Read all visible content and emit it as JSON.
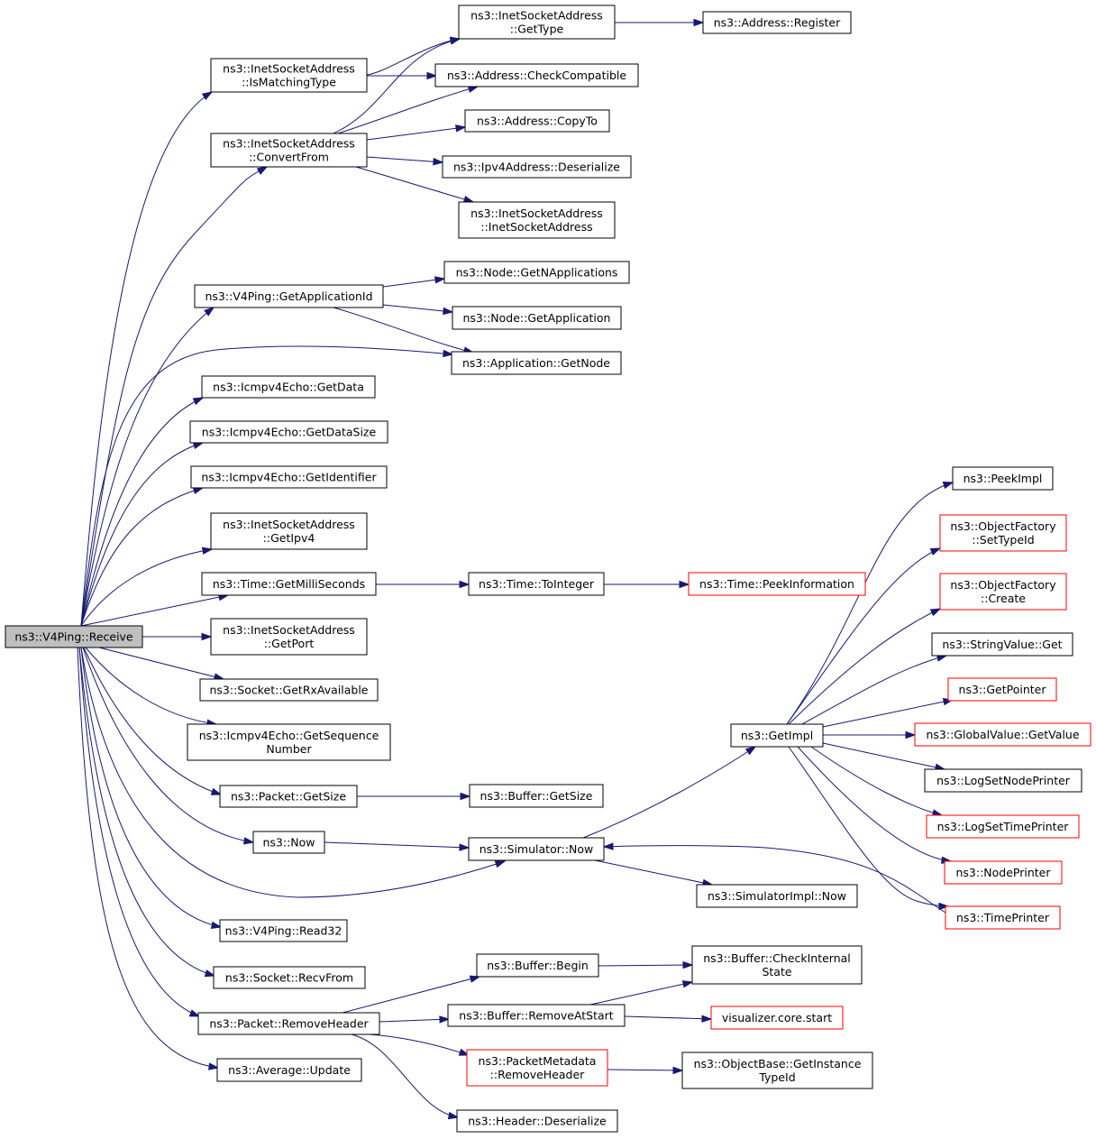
{
  "title": "ns3::V4Ping::Receive call graph",
  "colors": {
    "edge": "#191970",
    "root_fill": "#bfbfbf",
    "truncated_border": "#ff0000",
    "border": "#000000"
  },
  "nodes": [
    {
      "id": "receive",
      "lines": [
        "ns3::V4Ping::Receive"
      ],
      "root": true
    },
    {
      "id": "ismatching",
      "lines": [
        "ns3::InetSocketAddress",
        "::IsMatchingType"
      ]
    },
    {
      "id": "gettype",
      "lines": [
        "ns3::InetSocketAddress",
        "::GetType"
      ]
    },
    {
      "id": "register",
      "lines": [
        "ns3::Address::Register"
      ]
    },
    {
      "id": "checkcompat",
      "lines": [
        "ns3::Address::CheckCompatible"
      ]
    },
    {
      "id": "convertfrom",
      "lines": [
        "ns3::InetSocketAddress",
        "::ConvertFrom"
      ]
    },
    {
      "id": "copyto",
      "lines": [
        "ns3::Address::CopyTo"
      ]
    },
    {
      "id": "ipv4deser",
      "lines": [
        "ns3::Ipv4Address::Deserialize"
      ]
    },
    {
      "id": "inetctor",
      "lines": [
        "ns3::InetSocketAddress",
        "::InetSocketAddress"
      ]
    },
    {
      "id": "getappid",
      "lines": [
        "ns3::V4Ping::GetApplicationId"
      ]
    },
    {
      "id": "getnapps",
      "lines": [
        "ns3::Node::GetNApplications"
      ]
    },
    {
      "id": "getapp",
      "lines": [
        "ns3::Node::GetApplication"
      ]
    },
    {
      "id": "appgetnode",
      "lines": [
        "ns3::Application::GetNode"
      ]
    },
    {
      "id": "echogetdata",
      "lines": [
        "ns3::Icmpv4Echo::GetData"
      ]
    },
    {
      "id": "echogetdatasize",
      "lines": [
        "ns3::Icmpv4Echo::GetDataSize"
      ]
    },
    {
      "id": "echogetid",
      "lines": [
        "ns3::Icmpv4Echo::GetIdentifier"
      ]
    },
    {
      "id": "getipv4",
      "lines": [
        "ns3::InetSocketAddress",
        "::GetIpv4"
      ]
    },
    {
      "id": "getms",
      "lines": [
        "ns3::Time::GetMilliSeconds"
      ]
    },
    {
      "id": "tointeger",
      "lines": [
        "ns3::Time::ToInteger"
      ]
    },
    {
      "id": "peekinfo",
      "lines": [
        "ns3::Time::PeekInformation"
      ],
      "truncated": true
    },
    {
      "id": "getport",
      "lines": [
        "ns3::InetSocketAddress",
        "::GetPort"
      ]
    },
    {
      "id": "rxavail",
      "lines": [
        "ns3::Socket::GetRxAvailable"
      ]
    },
    {
      "id": "getseq",
      "lines": [
        "ns3::Icmpv4Echo::GetSequence",
        "Number"
      ]
    },
    {
      "id": "pktgetsize",
      "lines": [
        "ns3::Packet::GetSize"
      ]
    },
    {
      "id": "bufgetsize",
      "lines": [
        "ns3::Buffer::GetSize"
      ]
    },
    {
      "id": "now",
      "lines": [
        "ns3::Now"
      ]
    },
    {
      "id": "simnow",
      "lines": [
        "ns3::Simulator::Now"
      ]
    },
    {
      "id": "simimplnow",
      "lines": [
        "ns3::SimulatorImpl::Now"
      ]
    },
    {
      "id": "getimpl",
      "lines": [
        "ns3::GetImpl"
      ]
    },
    {
      "id": "peekimpl",
      "lines": [
        "ns3::PeekImpl"
      ]
    },
    {
      "id": "settypeid",
      "lines": [
        "ns3::ObjectFactory",
        "::SetTypeId"
      ],
      "truncated": true
    },
    {
      "id": "ofcreate",
      "lines": [
        "ns3::ObjectFactory",
        "::Create"
      ],
      "truncated": true
    },
    {
      "id": "strvalget",
      "lines": [
        "ns3::StringValue::Get"
      ]
    },
    {
      "id": "getpointer",
      "lines": [
        "ns3::GetPointer"
      ],
      "truncated": true
    },
    {
      "id": "gvgetvalue",
      "lines": [
        "ns3::GlobalValue::GetValue"
      ],
      "truncated": true
    },
    {
      "id": "lognodeprinter",
      "lines": [
        "ns3::LogSetNodePrinter"
      ]
    },
    {
      "id": "logtimeprinter",
      "lines": [
        "ns3::LogSetTimePrinter"
      ],
      "truncated": true
    },
    {
      "id": "nodeprinter",
      "lines": [
        "ns3::NodePrinter"
      ],
      "truncated": true
    },
    {
      "id": "timeprinter",
      "lines": [
        "ns3::TimePrinter"
      ],
      "truncated": true
    },
    {
      "id": "read32",
      "lines": [
        "ns3::V4Ping::Read32"
      ]
    },
    {
      "id": "recvfrom",
      "lines": [
        "ns3::Socket::RecvFrom"
      ]
    },
    {
      "id": "removeheader",
      "lines": [
        "ns3::Packet::RemoveHeader"
      ]
    },
    {
      "id": "bufbegin",
      "lines": [
        "ns3::Buffer::Begin"
      ]
    },
    {
      "id": "bufcheck",
      "lines": [
        "ns3::Buffer::CheckInternal",
        "State"
      ]
    },
    {
      "id": "bufremoveat",
      "lines": [
        "ns3::Buffer::RemoveAtStart"
      ]
    },
    {
      "id": "vizstart",
      "lines": [
        "visualizer.core.start"
      ],
      "truncated": true
    },
    {
      "id": "pmremove",
      "lines": [
        "ns3::PacketMetadata",
        "::RemoveHeader"
      ],
      "truncated": true
    },
    {
      "id": "getinsttype",
      "lines": [
        "ns3::ObjectBase::GetInstance",
        "TypeId"
      ]
    },
    {
      "id": "hdrdeser",
      "lines": [
        "ns3::Header::Deserialize"
      ]
    },
    {
      "id": "avgupdate",
      "lines": [
        "ns3::Average::Update"
      ]
    }
  ],
  "edges": [
    [
      "receive",
      "ismatching"
    ],
    [
      "receive",
      "convertfrom"
    ],
    [
      "receive",
      "getappid"
    ],
    [
      "receive",
      "appgetnode"
    ],
    [
      "receive",
      "echogetdata"
    ],
    [
      "receive",
      "echogetdatasize"
    ],
    [
      "receive",
      "echogetid"
    ],
    [
      "receive",
      "getipv4"
    ],
    [
      "receive",
      "getms"
    ],
    [
      "receive",
      "getport"
    ],
    [
      "receive",
      "rxavail"
    ],
    [
      "receive",
      "getseq"
    ],
    [
      "receive",
      "pktgetsize"
    ],
    [
      "receive",
      "now"
    ],
    [
      "receive",
      "simnow"
    ],
    [
      "receive",
      "read32"
    ],
    [
      "receive",
      "recvfrom"
    ],
    [
      "receive",
      "removeheader"
    ],
    [
      "receive",
      "avgupdate"
    ],
    [
      "ismatching",
      "gettype"
    ],
    [
      "ismatching",
      "checkcompat"
    ],
    [
      "gettype",
      "register"
    ],
    [
      "convertfrom",
      "gettype"
    ],
    [
      "convertfrom",
      "checkcompat"
    ],
    [
      "convertfrom",
      "copyto"
    ],
    [
      "convertfrom",
      "ipv4deser"
    ],
    [
      "convertfrom",
      "inetctor"
    ],
    [
      "getappid",
      "getnapps"
    ],
    [
      "getappid",
      "getapp"
    ],
    [
      "getappid",
      "appgetnode"
    ],
    [
      "getms",
      "tointeger"
    ],
    [
      "tointeger",
      "peekinfo"
    ],
    [
      "pktgetsize",
      "bufgetsize"
    ],
    [
      "now",
      "simnow"
    ],
    [
      "simnow",
      "getimpl"
    ],
    [
      "simnow",
      "simimplnow"
    ],
    [
      "getimpl",
      "peekimpl"
    ],
    [
      "getimpl",
      "settypeid"
    ],
    [
      "getimpl",
      "ofcreate"
    ],
    [
      "getimpl",
      "strvalget"
    ],
    [
      "getimpl",
      "getpointer"
    ],
    [
      "getimpl",
      "gvgetvalue"
    ],
    [
      "getimpl",
      "lognodeprinter"
    ],
    [
      "getimpl",
      "logtimeprinter"
    ],
    [
      "getimpl",
      "nodeprinter"
    ],
    [
      "getimpl",
      "timeprinter"
    ],
    [
      "timeprinter",
      "simnow"
    ],
    [
      "removeheader",
      "bufbegin"
    ],
    [
      "removeheader",
      "bufremoveat"
    ],
    [
      "removeheader",
      "pmremove"
    ],
    [
      "removeheader",
      "hdrdeser"
    ],
    [
      "bufbegin",
      "bufcheck"
    ],
    [
      "bufremoveat",
      "bufcheck"
    ],
    [
      "bufremoveat",
      "vizstart"
    ],
    [
      "pmremove",
      "getinsttype"
    ]
  ]
}
